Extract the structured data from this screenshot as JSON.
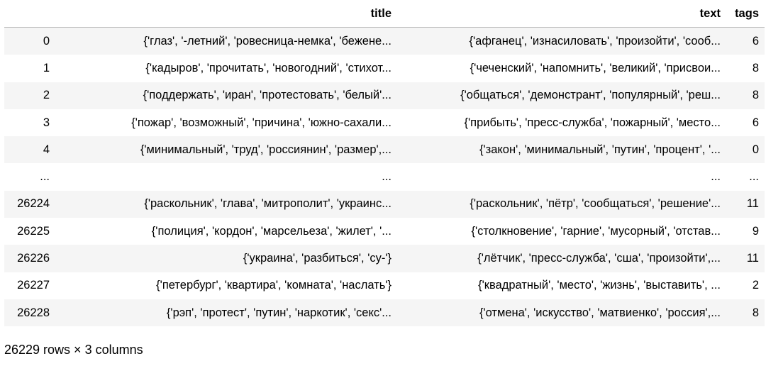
{
  "dataframe": {
    "columns": {
      "index": "",
      "title": "title",
      "text": "text",
      "tags": "tags"
    },
    "rows": [
      {
        "index": "0",
        "title": "{'глаз', '-летний', 'ровесница-немка', 'бежене...",
        "text": "{'афганец', 'изнасиловать', 'произойти', 'сооб...",
        "tags": "6"
      },
      {
        "index": "1",
        "title": "{'кадыров', 'прочитать', 'новогодний', 'стихот...",
        "text": "{'чеченский', 'напомнить', 'великий', 'присвои...",
        "tags": "8"
      },
      {
        "index": "2",
        "title": "{'поддержать', 'иран', 'протестовать', 'белый'...",
        "text": "{'общаться', 'демонстрант', 'популярный', 'реш...",
        "tags": "8"
      },
      {
        "index": "3",
        "title": "{'пожар', 'возможный', 'причина', 'южно-сахали...",
        "text": "{'прибыть', 'пресс-служба', 'пожарный', 'место...",
        "tags": "6"
      },
      {
        "index": "4",
        "title": "{'минимальный', 'труд', 'россиянин', 'размер',...",
        "text": "{'закон', 'минимальный', 'путин', 'процент', '...",
        "tags": "0"
      },
      {
        "index": "...",
        "title": "...",
        "text": "...",
        "tags": "..."
      },
      {
        "index": "26224",
        "title": "{'раскольник', 'глава', 'митрополит', 'украинс...",
        "text": "{'раскольник', 'пётр', 'сообщаться', 'решение'...",
        "tags": "11"
      },
      {
        "index": "26225",
        "title": "{'полиция', 'кордон', 'марсельеза', 'жилет', '...",
        "text": "{'столкновение', 'гарние', 'мусорный', 'отстав...",
        "tags": "9"
      },
      {
        "index": "26226",
        "title": "{'украина', 'разбиться', 'су-'}",
        "text": "{'лётчик', 'пресс-служба', 'сша', 'произойти',...",
        "tags": "11"
      },
      {
        "index": "26227",
        "title": "{'петербург', 'квартира', 'комната', 'наслать'}",
        "text": "{'квадратный', 'место', 'жизнь', 'выставить', ...",
        "tags": "2"
      },
      {
        "index": "26228",
        "title": "{'рэп', 'протест', 'путин', 'наркотик', 'секс'...",
        "text": "{'отмена', 'искусство', 'матвиенко', 'россия',...",
        "tags": "8"
      }
    ],
    "shape_text": "26229 rows × 3 columns"
  }
}
